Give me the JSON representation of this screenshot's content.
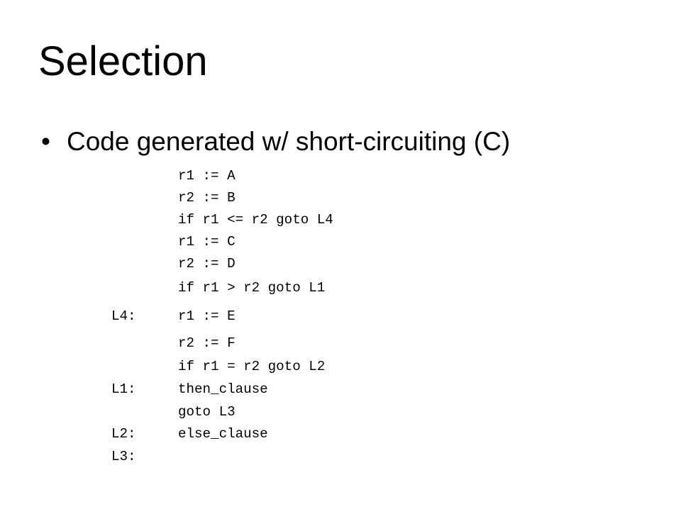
{
  "slide": {
    "title": "Selection",
    "bullet_symbol": "•",
    "bullet_text": "Code generated w/ short-circuiting (C)"
  },
  "code": {
    "lines": [
      {
        "label": "",
        "text": "r1 := A"
      },
      {
        "label": "",
        "text": "r2 := B"
      },
      {
        "label": "",
        "text": "if r1 <= r2 goto L4"
      },
      {
        "label": "",
        "text": "r1 := C"
      },
      {
        "label": "",
        "text": "r2 := D"
      },
      {
        "label": "",
        "text": "if r1 > r2 goto L1"
      },
      {
        "label": "L4:",
        "text": "r1 := E"
      },
      {
        "label": "",
        "text": "r2 := F"
      },
      {
        "label": "",
        "text": "if r1 = r2 goto L2"
      },
      {
        "label": "L1:",
        "text": "then_clause"
      },
      {
        "label": "",
        "text": "goto L3"
      },
      {
        "label": "L2:",
        "text": "else_clause"
      },
      {
        "label": "L3:",
        "text": ""
      }
    ]
  }
}
